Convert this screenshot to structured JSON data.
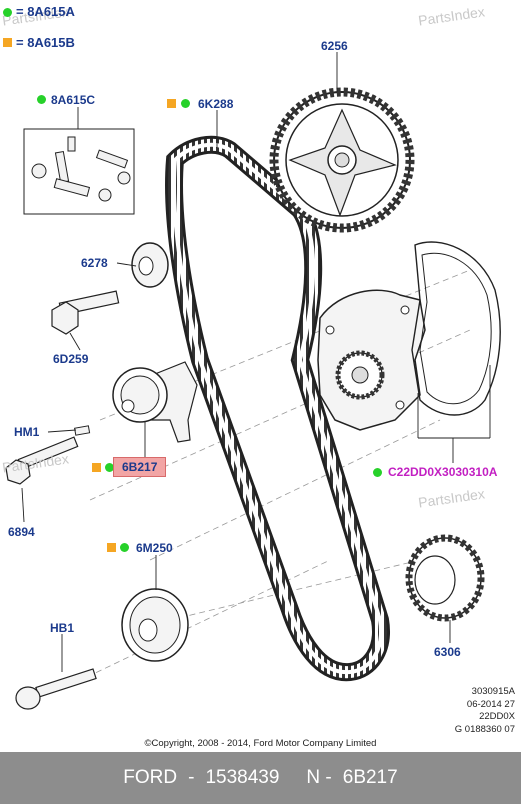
{
  "legend": [
    {
      "color": "#27d12a",
      "text": "= 8A615A"
    },
    {
      "color": "#f5a623",
      "text": "= 8A615B"
    }
  ],
  "watermark": "PartsIndex",
  "labels": {
    "8A615C": "8A615C",
    "6K288": "6K288",
    "6256": "6256",
    "6278": "6278",
    "6D259": "6D259",
    "HM1": "HM1",
    "6B217": "6B217",
    "6894": "6894",
    "C22DD0X3030310A": "C22DD0X3030310A",
    "6M250": "6M250",
    "HB1": "HB1",
    "6306": "6306"
  },
  "reference": {
    "line1": "3030915A",
    "line2": "06-2014 27",
    "line3": "22DD0X",
    "line4": "G 0188360 07"
  },
  "copyright": "©Copyright, 2008 - 2014, Ford Motor Company Limited",
  "footer": {
    "brand": "FORD",
    "dash": "-",
    "part_number": "1538439",
    "n_label": "N -",
    "n_value": "6B217"
  },
  "colors": {
    "label_blue": "#1b3a8c",
    "magenta": "#c21fc2",
    "highlight": "#f2a5a5",
    "green_dot": "#27d12a",
    "orange_square": "#f5a623",
    "footer_bg": "#8d8d8d"
  }
}
